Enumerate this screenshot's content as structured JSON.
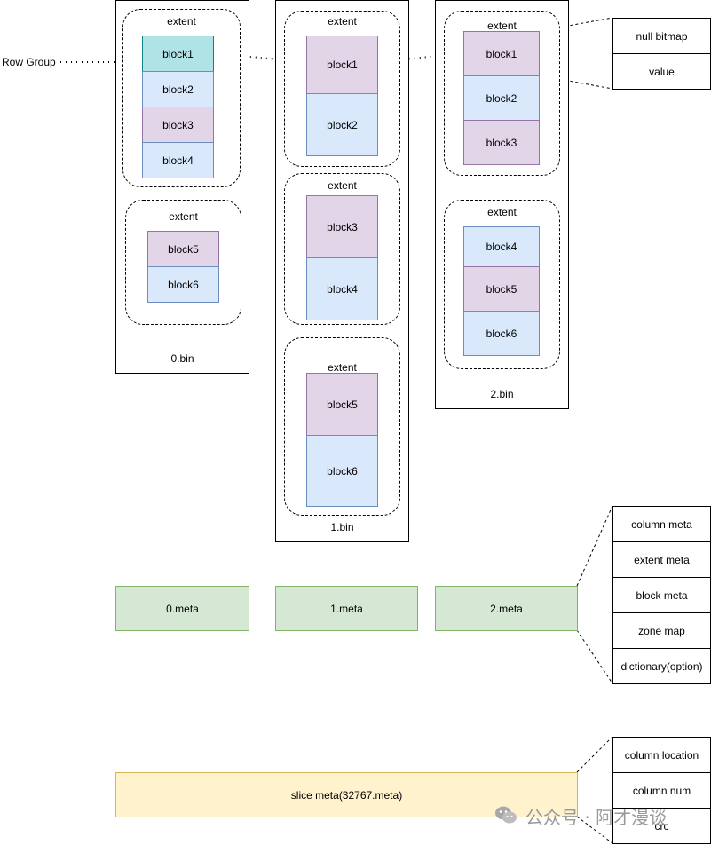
{
  "row_group_label": "Row Group",
  "files": [
    {
      "label": "0.bin",
      "extents": [
        {
          "label": "extent",
          "blocks": [
            "block1",
            "block2",
            "block3",
            "block4"
          ]
        },
        {
          "label": "extent",
          "blocks": [
            "block5",
            "block6"
          ]
        }
      ]
    },
    {
      "label": "1.bin",
      "extents": [
        {
          "label": "extent",
          "blocks": [
            "block1",
            "block2"
          ]
        },
        {
          "label": "extent",
          "blocks": [
            "block3",
            "block4"
          ]
        },
        {
          "label": "extent",
          "blocks": [
            "block5",
            "block6"
          ]
        }
      ]
    },
    {
      "label": "2.bin",
      "extents": [
        {
          "label": "extent",
          "blocks": [
            "block1",
            "block2",
            "block3"
          ]
        },
        {
          "label": "extent",
          "blocks": [
            "block4",
            "block5",
            "block6"
          ]
        }
      ]
    }
  ],
  "block_detail": [
    "null bitmap",
    "value"
  ],
  "meta_files": [
    "0.meta",
    "1.meta",
    "2.meta"
  ],
  "meta_detail": [
    "column meta",
    "extent meta",
    "block meta",
    "zone map",
    "dictionary(option)"
  ],
  "slice_meta": "slice meta(32767.meta)",
  "slice_detail": [
    "column location",
    "column num",
    "crc"
  ],
  "watermark": "公众号 · 阿才漫谈",
  "colors": {
    "block_blue": "#dae8fc",
    "block_purple": "#e1d5e7",
    "block_teal": "#b0e3e6",
    "meta_green": "#d5e8d4",
    "slice_yellow": "#fff2cc"
  }
}
